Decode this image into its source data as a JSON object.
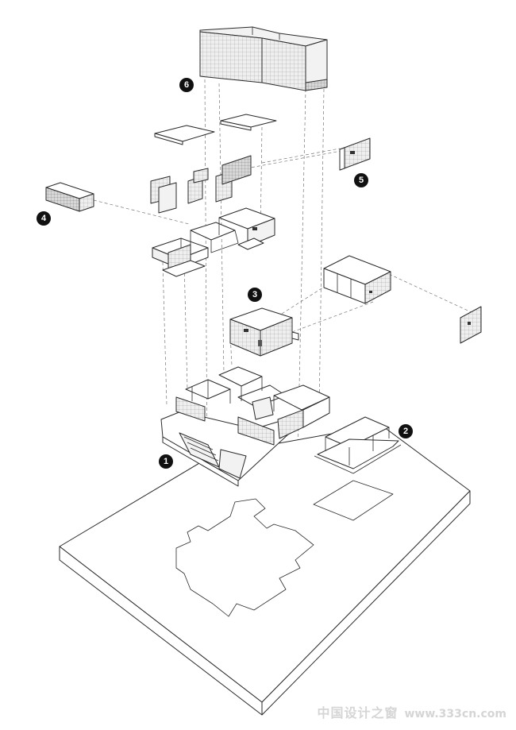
{
  "labels": [
    "1",
    "2",
    "3",
    "4",
    "5",
    "6"
  ],
  "watermark": {
    "cn": "中国设计之窗",
    "url": "www.333cn.com"
  }
}
